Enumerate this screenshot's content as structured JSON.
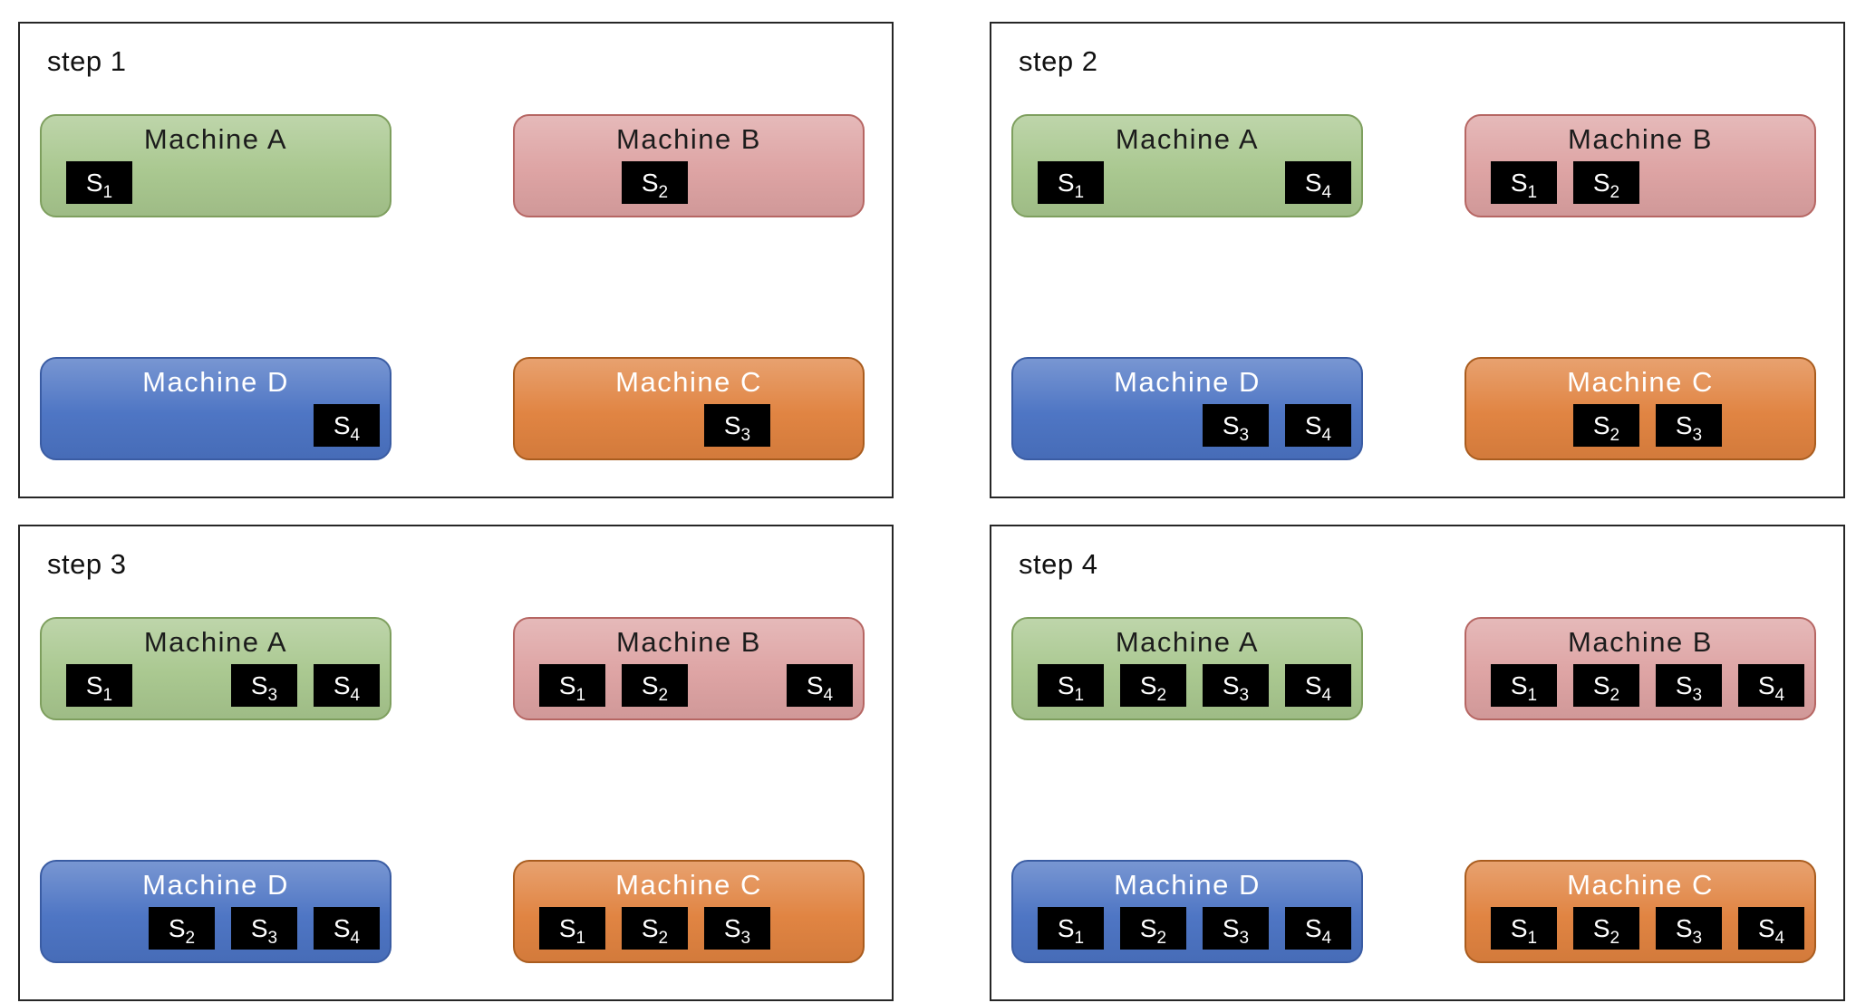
{
  "diagram": {
    "shard_block": {
      "fill": "#000000",
      "text_color": "#ffffff"
    },
    "panel_border_color": "#262626",
    "machine_colors": {
      "green": {
        "fill": "#a8c78e",
        "border": "#7e9f5e",
        "text": "#1c1c1c"
      },
      "pink": {
        "fill": "#dda2a2",
        "border": "#b66663",
        "text": "#1c1c1c"
      },
      "blue": {
        "fill": "#4b73c3",
        "border": "#3a5ca3",
        "text": "#ffffff"
      },
      "orange": {
        "fill": "#e0823f",
        "border": "#a95c1e",
        "text": "#ffffff"
      }
    },
    "steps": [
      {
        "label": "step 1",
        "machines": [
          {
            "name": "Machine A",
            "color": "green",
            "position": "top-left",
            "slots": [
              {
                "label": "S",
                "sub": "1"
              },
              null,
              null,
              null
            ]
          },
          {
            "name": "Machine B",
            "color": "pink",
            "position": "top-right",
            "slots": [
              null,
              {
                "label": "S",
                "sub": "2"
              },
              null,
              null
            ]
          },
          {
            "name": "Machine D",
            "color": "blue",
            "position": "bottom-left",
            "slots": [
              null,
              null,
              null,
              {
                "label": "S",
                "sub": "4"
              }
            ]
          },
          {
            "name": "Machine C",
            "color": "orange",
            "position": "bottom-right",
            "slots": [
              null,
              null,
              {
                "label": "S",
                "sub": "3"
              },
              null
            ]
          }
        ]
      },
      {
        "label": "step 2",
        "machines": [
          {
            "name": "Machine A",
            "color": "green",
            "position": "top-left",
            "slots": [
              {
                "label": "S",
                "sub": "1"
              },
              null,
              null,
              {
                "label": "S",
                "sub": "4"
              }
            ]
          },
          {
            "name": "Machine B",
            "color": "pink",
            "position": "top-right",
            "slots": [
              {
                "label": "S",
                "sub": "1"
              },
              {
                "label": "S",
                "sub": "2"
              },
              null,
              null
            ]
          },
          {
            "name": "Machine D",
            "color": "blue",
            "position": "bottom-left",
            "slots": [
              null,
              null,
              {
                "label": "S",
                "sub": "3"
              },
              {
                "label": "S",
                "sub": "4"
              }
            ]
          },
          {
            "name": "Machine C",
            "color": "orange",
            "position": "bottom-right",
            "slots": [
              null,
              {
                "label": "S",
                "sub": "2"
              },
              {
                "label": "S",
                "sub": "3"
              },
              null
            ]
          }
        ]
      },
      {
        "label": "step 3",
        "machines": [
          {
            "name": "Machine A",
            "color": "green",
            "position": "top-left",
            "slots": [
              {
                "label": "S",
                "sub": "1"
              },
              null,
              {
                "label": "S",
                "sub": "3"
              },
              {
                "label": "S",
                "sub": "4"
              }
            ]
          },
          {
            "name": "Machine B",
            "color": "pink",
            "position": "top-right",
            "slots": [
              {
                "label": "S",
                "sub": "1"
              },
              {
                "label": "S",
                "sub": "2"
              },
              null,
              {
                "label": "S",
                "sub": "4"
              }
            ]
          },
          {
            "name": "Machine D",
            "color": "blue",
            "position": "bottom-left",
            "slots": [
              null,
              {
                "label": "S",
                "sub": "2"
              },
              {
                "label": "S",
                "sub": "3"
              },
              {
                "label": "S",
                "sub": "4"
              }
            ]
          },
          {
            "name": "Machine C",
            "color": "orange",
            "position": "bottom-right",
            "slots": [
              {
                "label": "S",
                "sub": "1"
              },
              {
                "label": "S",
                "sub": "2"
              },
              {
                "label": "S",
                "sub": "3"
              },
              null
            ]
          }
        ]
      },
      {
        "label": "step 4",
        "machines": [
          {
            "name": "Machine A",
            "color": "green",
            "position": "top-left",
            "slots": [
              {
                "label": "S",
                "sub": "1"
              },
              {
                "label": "S",
                "sub": "2"
              },
              {
                "label": "S",
                "sub": "3"
              },
              {
                "label": "S",
                "sub": "4"
              }
            ]
          },
          {
            "name": "Machine B",
            "color": "pink",
            "position": "top-right",
            "slots": [
              {
                "label": "S",
                "sub": "1"
              },
              {
                "label": "S",
                "sub": "2"
              },
              {
                "label": "S",
                "sub": "3"
              },
              {
                "label": "S",
                "sub": "4"
              }
            ]
          },
          {
            "name": "Machine D",
            "color": "blue",
            "position": "bottom-left",
            "slots": [
              {
                "label": "S",
                "sub": "1"
              },
              {
                "label": "S",
                "sub": "2"
              },
              {
                "label": "S",
                "sub": "3"
              },
              {
                "label": "S",
                "sub": "4"
              }
            ]
          },
          {
            "name": "Machine C",
            "color": "orange",
            "position": "bottom-right",
            "slots": [
              {
                "label": "S",
                "sub": "1"
              },
              {
                "label": "S",
                "sub": "2"
              },
              {
                "label": "S",
                "sub": "3"
              },
              {
                "label": "S",
                "sub": "4"
              }
            ]
          }
        ]
      }
    ]
  }
}
